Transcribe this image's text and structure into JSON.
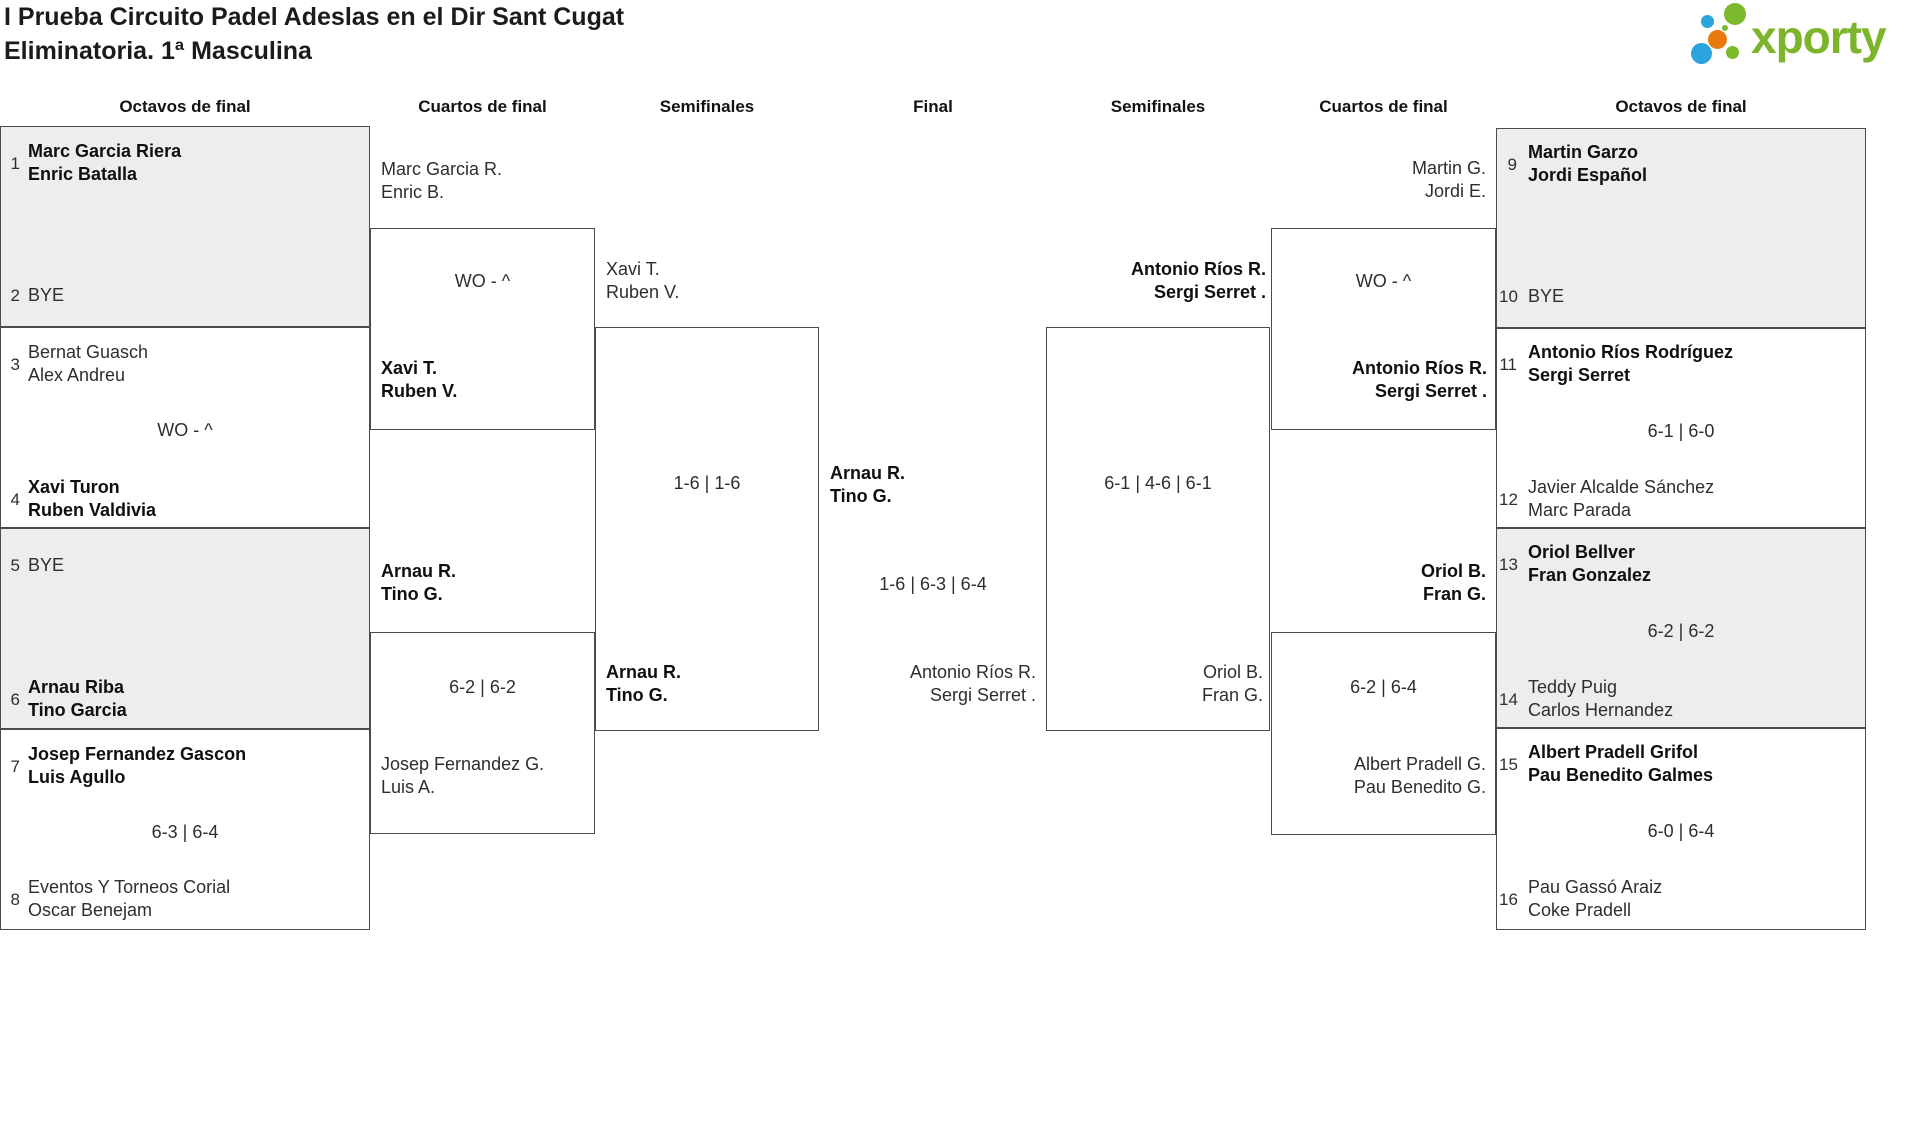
{
  "title": {
    "line1": "I Prueba Circuito Padel Adeslas en el Dir Sant Cugat",
    "line2": "Eliminatoria. 1ª Masculina"
  },
  "logo": {
    "text": "xporty"
  },
  "colors": {
    "brand_green": "#7cb52b",
    "brand_blue": "#2ba3dc",
    "brand_orange": "#e8790f",
    "box_fill": "#ededed",
    "box_border": "#4c4c4c"
  },
  "headers": [
    "Octavos de final",
    "Cuartos de final",
    "Semifinales",
    "Final",
    "Semifinales",
    "Cuartos de final",
    "Octavos de final"
  ],
  "r16_left": [
    {
      "seed_top": "1",
      "top1": "Marc Garcia Riera",
      "top2": "Enric Batalla",
      "score": "",
      "seed_bottom": "2",
      "bottom1": "BYE",
      "bottom2": ""
    },
    {
      "seed_top": "3",
      "top1": "Bernat Guasch",
      "top2": "Alex Andreu",
      "score": "WO - ^",
      "seed_bottom": "4",
      "bottom1": "Xavi Turon",
      "bottom2": "Ruben Valdivia"
    },
    {
      "seed_top": "5",
      "top1": "BYE",
      "top2": "",
      "score": "",
      "seed_bottom": "6",
      "bottom1": "Arnau Riba",
      "bottom2": "Tino Garcia"
    },
    {
      "seed_top": "7",
      "top1": "Josep Fernandez Gascon",
      "top2": "Luis Agullo",
      "score": "6-3 | 6-4",
      "seed_bottom": "8",
      "bottom1": "Eventos Y Torneos Corial",
      "bottom2": "Oscar Benejam"
    }
  ],
  "qf_left": [
    {
      "top1": "Marc Garcia R.",
      "top2": "Enric B.",
      "score": "WO - ^",
      "bottom1": "Xavi T.",
      "bottom2": "Ruben V."
    },
    {
      "top1": "Arnau R.",
      "top2": "Tino G.",
      "score": "6-2 | 6-2",
      "bottom1": "Josep Fernandez G.",
      "bottom2": "Luis A."
    }
  ],
  "sf_left": {
    "top1": "Xavi T.",
    "top2": "Ruben V.",
    "score": "1-6 | 1-6",
    "bottom1": "Arnau R.",
    "bottom2": "Tino G."
  },
  "final_match": {
    "top1": "Arnau R.",
    "top2": "Tino G.",
    "score": "1-6 | 6-3 | 6-4",
    "bottom1": "Antonio Ríos R.",
    "bottom2": "Sergi Serret ."
  },
  "sf_right": {
    "top1": "Antonio Ríos R.",
    "top2": "Sergi Serret .",
    "score": "6-1 | 4-6 | 6-1",
    "bottom1": "Oriol B.",
    "bottom2": "Fran G."
  },
  "qf_right": [
    {
      "top1": "Martin G.",
      "top2": "Jordi E.",
      "score": "WO - ^",
      "bottom1": "Antonio Ríos R.",
      "bottom2": "Sergi Serret ."
    },
    {
      "top1": "Oriol B.",
      "top2": "Fran G.",
      "score": "6-2 | 6-4",
      "bottom1": "Albert Pradell G.",
      "bottom2": "Pau Benedito G."
    }
  ],
  "r16_right": [
    {
      "seed_top": "9",
      "top1": "Martin Garzo",
      "top2": "Jordi Español",
      "score": "",
      "seed_bottom": "10",
      "bottom1": "BYE",
      "bottom2": ""
    },
    {
      "seed_top": "11",
      "top1": "Antonio Ríos Rodríguez",
      "top2": "Sergi Serret",
      "score": "6-1 | 6-0",
      "seed_bottom": "12",
      "bottom1": "Javier Alcalde Sánchez",
      "bottom2": "Marc Parada"
    },
    {
      "seed_top": "13",
      "top1": "Oriol Bellver",
      "top2": "Fran Gonzalez",
      "score": "6-2 | 6-2",
      "seed_bottom": "14",
      "bottom1": "Teddy Puig",
      "bottom2": "Carlos Hernandez"
    },
    {
      "seed_top": "15",
      "top1": "Albert Pradell Grifol",
      "top2": "Pau Benedito Galmes",
      "score": "6-0 | 6-4",
      "seed_bottom": "16",
      "bottom1": "Pau Gassó Araiz",
      "bottom2": "Coke Pradell"
    }
  ]
}
